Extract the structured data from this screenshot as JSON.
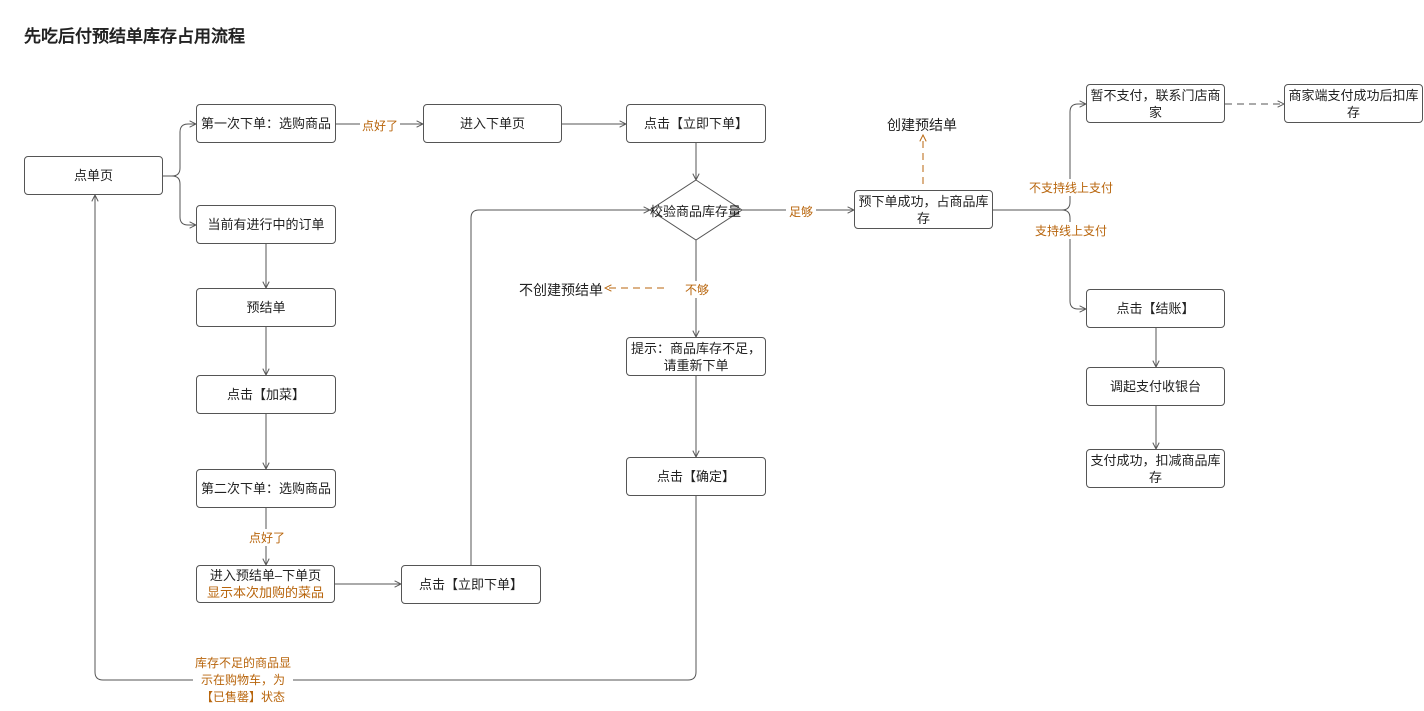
{
  "title": "先吃后付预结单库存占用流程",
  "colors": {
    "accent": "#b8650c",
    "line": "#555555"
  },
  "nodes": {
    "order_page": "点单页",
    "first_order": "第一次下单：选购商品",
    "enter_order_page": "进入下单页",
    "place_order_now_top": "点击【立即下单】",
    "current_order": "当前有进行中的订单",
    "pre_bill": "预结单",
    "add_dish": "点击【加菜】",
    "second_order": "第二次下单：选购商品",
    "enter_pre_bill_line1": "进入预结单–下单页",
    "enter_pre_bill_line2": "显示本次加购的菜品",
    "place_order_now_bottom": "点击【立即下单】",
    "check_stock": "校验商品库存量",
    "prompt_insufficient": "提示：商品库存不足，请重新下单",
    "confirm": "点击【确定】",
    "pre_order_success": "预下单成功，占商品库存",
    "no_pay_contact": "暂不支付，联系门店商家",
    "merchant_pay_deduct": "商家端支付成功后扣库存",
    "checkout": "点击【结账】",
    "cashier": "调起支付收银台",
    "pay_success": "支付成功，扣减商品库存"
  },
  "labels": {
    "ok_top": "点好了",
    "ok_bottom": "点好了",
    "enough": "足够",
    "not_enough": "不够",
    "no_create_pre_bill": "不创建预结单",
    "create_pre_bill": "创建预结单",
    "no_online_pay": "不支持线上支付",
    "online_pay": "支持线上支付",
    "insufficient_display": "库存不足的商品显示在购物车，为【已售罄】状态"
  }
}
